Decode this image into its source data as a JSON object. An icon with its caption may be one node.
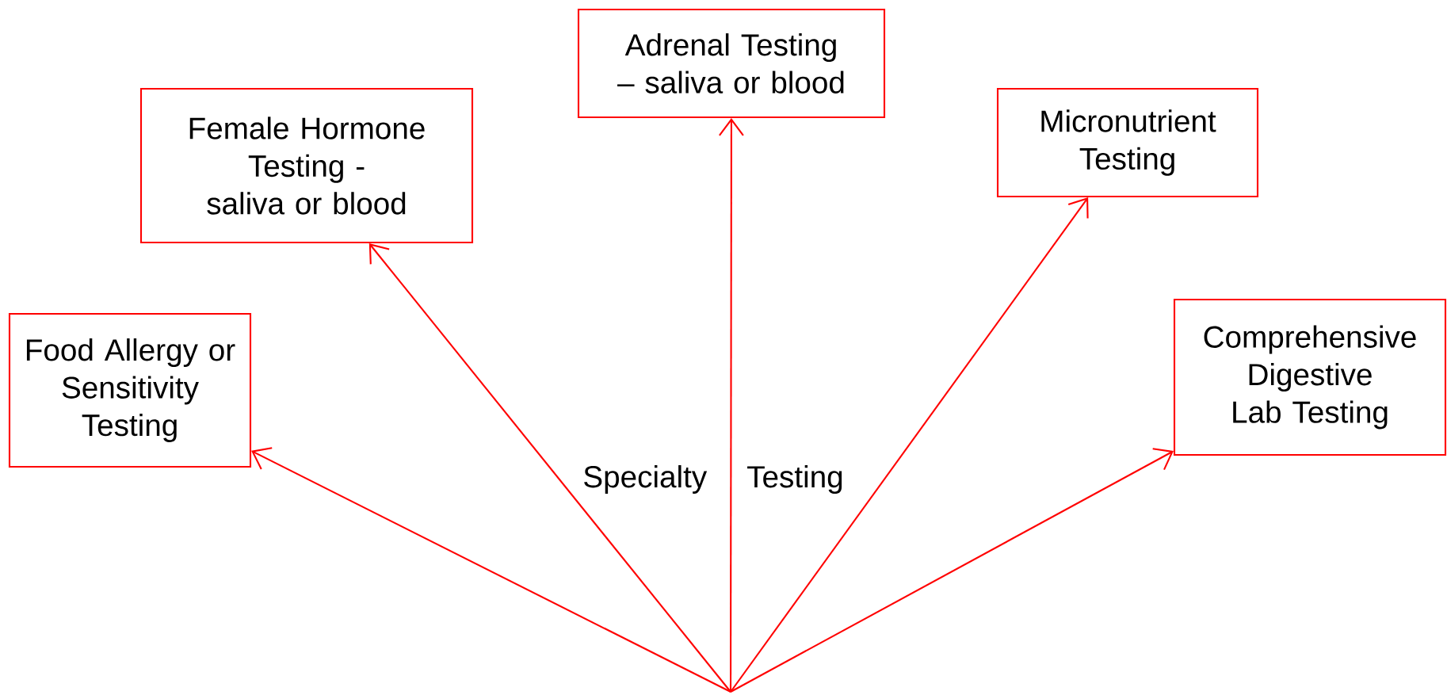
{
  "diagram": {
    "nodes": [
      {
        "text": [
          "Food Allergy or Sensitivity Testing"
        ]
      },
      {
        "text": [
          "Female Hormone Testing - saliva or blood"
        ]
      },
      {
        "text": [
          "Adrenal Testing – saliva or blood"
        ]
      },
      {
        "text": [
          "Micronutrient Testing"
        ]
      },
      {
        "text": [
          "Comprehensive Digestive Lab Testing"
        ]
      }
    ],
    "edges": [
      {
        "from": null,
        "to": 0,
        "arrow": "to"
      },
      {
        "from": null,
        "to": 1,
        "arrow": "to"
      },
      {
        "from": null,
        "to": 2,
        "arrow": "to"
      },
      {
        "from": null,
        "to": 3,
        "arrow": "to"
      },
      {
        "from": null,
        "to": 4,
        "arrow": "to"
      }
    ],
    "labels": [
      "Specialty Testing"
    ]
  }
}
